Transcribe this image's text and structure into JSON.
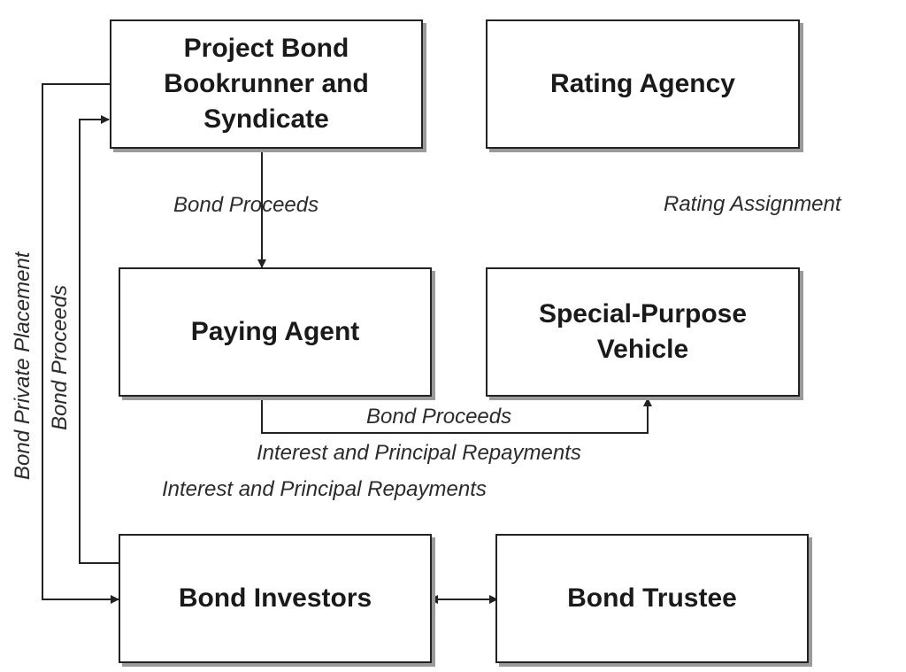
{
  "nodes": {
    "bookrunner": {
      "lines": [
        "Project Bond",
        "Bookrunner and",
        "Syndicate"
      ]
    },
    "rating_agency": {
      "lines": [
        "Rating Agency"
      ]
    },
    "paying_agent": {
      "lines": [
        "Paying Agent"
      ]
    },
    "spv": {
      "lines": [
        "Special-Purpose",
        "Vehicle"
      ]
    },
    "investors": {
      "lines": [
        "Bond Investors"
      ]
    },
    "trustee": {
      "lines": [
        "Bond Trustee"
      ]
    }
  },
  "edge_labels": {
    "bond_proceeds_to_paying_agent": "Bond Proceeds",
    "rating_assignment": "Rating Assignment",
    "bond_proceeds_to_spv": "Bond Proceeds",
    "interest_principal_upper": "Interest and Principal Repayments",
    "interest_principal_lower": "Interest and Principal Repayments",
    "bond_private_placement": "Bond Private Placement",
    "bond_proceeds_vertical": "Bond Proceeds"
  },
  "colors": {
    "line": "#222222",
    "shadow": "#9a9a9a",
    "text": "#1a1a1a",
    "label": "#2b2b2b"
  }
}
